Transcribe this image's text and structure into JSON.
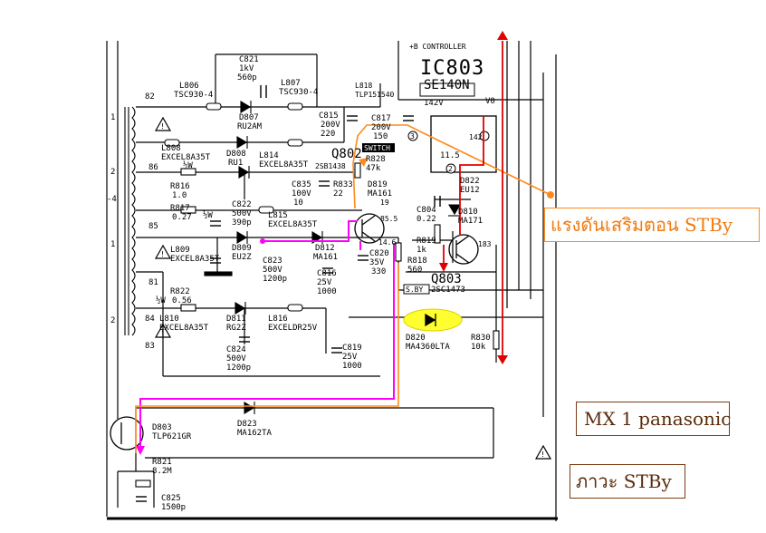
{
  "annotations": {
    "standby_voltage": "แรงดันเสริมตอน STBy",
    "model": "MX 1 panasonic",
    "state": "ภาวะ STBy"
  },
  "schematic": {
    "ic": {
      "header": "+B CONTROLLER",
      "name": "IC803",
      "part": "SE140N",
      "voltage": "142V",
      "pin_v0": "V0",
      "pin_142": "142",
      "pin_3": "3",
      "pin_2": "2",
      "value_inside": "11.5"
    },
    "labels": {
      "n82": "82",
      "c821": "C821",
      "c821_v": "1kV",
      "c821_c": "560p",
      "l806": "L806",
      "l806_p": "TSC930-4",
      "l807": "L807",
      "l807_p": "TSC930-4",
      "d807": "D807",
      "d807_p": "RU2AM",
      "l818": "L818",
      "l818_p": "TLP151540",
      "c815": "C815",
      "c815_v": "200V",
      "c815_c": "220",
      "c817": "C817",
      "c817_v": "200V",
      "c817_c": "150",
      "l808": "L808",
      "l808_p": "EXCEL8A35T",
      "d808": "D808",
      "d808_p": "RU1",
      "l814": "L814",
      "l814_p": "EXCEL8A35T",
      "q802": "Q802",
      "q802_p": "2SB1438",
      "switch": "SWITCH",
      "r828": "R828",
      "r828_v": "47k",
      "n86": "86",
      "r816": "R816",
      "r816_v": "1.0",
      "c835": "C835",
      "c835_v": "100V",
      "c835_c": "10",
      "r833": "R833",
      "r833_v": "22",
      "d819": "D819",
      "d819_p": "MA161",
      "d822": "D822",
      "d822_p": "EU12",
      "r817": "R817",
      "r817_v": "0.27",
      "c822": "C822",
      "c822_v": "500V",
      "c822_c": "390p",
      "l815": "L815",
      "l815_p": "EXCEL8A35T",
      "c804": "C804",
      "c804_v": "0.22",
      "d810": "D810",
      "d810_p": "MA171",
      "v_19": "19",
      "v_85": "85.5",
      "n85": "85",
      "l809": "L809",
      "l809_p": "EXCEL8A35T",
      "d809": "D809",
      "d809_p": "EU2Z",
      "d812": "D812",
      "d812_p": "MA161",
      "r819": "R819",
      "r819_v": "1k",
      "v_183": "183",
      "v_14": "14.6",
      "c823": "C823",
      "c823_v": "500V",
      "c823_c": "1200p",
      "c820": "C820",
      "c820_v": "35V",
      "c820_c": "330",
      "r818": "R818",
      "r818_v": "560",
      "q803": "Q803",
      "q803_p": "2SC1473",
      "sby": "S.BY",
      "c816": "C816",
      "c816_v": "25V",
      "c816_c": "1000",
      "n81": "81",
      "r822": "R822",
      "r822_v": "0.56",
      "n84": "84",
      "l810": "L810",
      "l810_p": "EXCEL8A35T",
      "d811": "D811",
      "d811_p": "RG2Z",
      "l816": "L816",
      "l816_p": "EXCELDR25V",
      "d820": "D820",
      "d820_p": "MA4360LTA",
      "r830": "R830",
      "r830_v": "10k",
      "n83": "83",
      "c824": "C824",
      "c824_v": "500V",
      "c824_c": "1200p",
      "c819": "C819",
      "c819_v": "25V",
      "c819_c": "1000",
      "d803": "D803",
      "d803_p": "TLP621GR",
      "d823": "D823",
      "d823_p": "MA162TA",
      "r821": "R821",
      "r821_v": "8.2M",
      "c825": "C825",
      "c825_v": "1500p",
      "half_w_1": "½W",
      "half_w_2": "½W",
      "half_w_3": "½W",
      "pin_1a": "1",
      "pin_1b": "1",
      "pin_2a": "2",
      "pin_2b": "2",
      "pin_4": "-4"
    }
  },
  "colors": {
    "standby_path": "#ff00ff",
    "aux_voltage_path": "#ff8a1c",
    "control_path": "#e00000",
    "diode_highlight": "#ffff30",
    "annotation_text": "#5a2a0a"
  }
}
